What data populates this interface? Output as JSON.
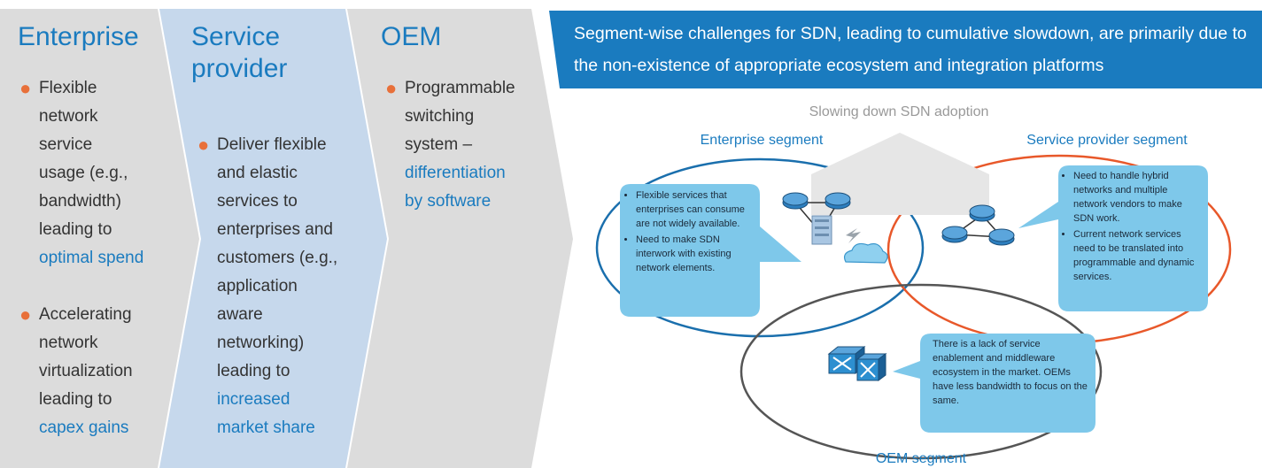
{
  "columns": {
    "enterprise": {
      "title": "Enterprise",
      "bullets": [
        {
          "lines": [
            "Flexible",
            "network",
            "service",
            "usage (e.g.,",
            "bandwidth)",
            "leading to"
          ],
          "highlight": "optimal spend"
        },
        {
          "lines": [
            "Accelerating",
            "network",
            "virtualization",
            "leading to"
          ],
          "highlight": "capex gains"
        }
      ]
    },
    "service_provider": {
      "title_lines": [
        "Service",
        "provider"
      ],
      "bullets": [
        {
          "lines": [
            "Deliver flexible",
            "and elastic",
            "services to",
            "enterprises and",
            "customers (e.g.,",
            "application",
            "aware",
            "networking)",
            "leading to"
          ],
          "highlight_lines": [
            "increased",
            "market share"
          ]
        }
      ]
    },
    "oem": {
      "title": "OEM",
      "bullets": [
        {
          "lines": [
            "Programmable",
            "switching",
            "system –"
          ],
          "highlight_lines": [
            "differentiation",
            "by software"
          ]
        }
      ]
    }
  },
  "banner": {
    "text": "Segment-wise challenges for SDN, leading to cumulative slowdown, are primarily due to the non-existence of appropriate ecosystem and integration platforms"
  },
  "diagram": {
    "center_label": "Slowing down SDN adoption",
    "segments": {
      "enterprise": "Enterprise segment",
      "service_provider": "Service provider segment",
      "oem": "OEM segment"
    },
    "callouts": {
      "enterprise": [
        "Flexible services that enterprises can consume are not widely available.",
        "Need to make SDN interwork with existing network elements."
      ],
      "service_provider": [
        "Need to handle hybrid networks and multiple network vendors to make SDN work.",
        "Current network services need to be translated into programmable and dynamic services."
      ],
      "oem": "There is a lack of service enablement and middleware ecosystem in the market. OEMs have less bandwidth to focus on the same."
    },
    "colors": {
      "enterprise_ring": "#1a6fad",
      "service_provider_ring": "#e8582a",
      "oem_ring": "#555555",
      "callout_fill": "#7ec8ea",
      "accent": "#1a7bbf"
    }
  },
  "icons": [
    "router-icon",
    "server-icon",
    "cloud-icon",
    "lightning-icon",
    "switch-icon"
  ]
}
